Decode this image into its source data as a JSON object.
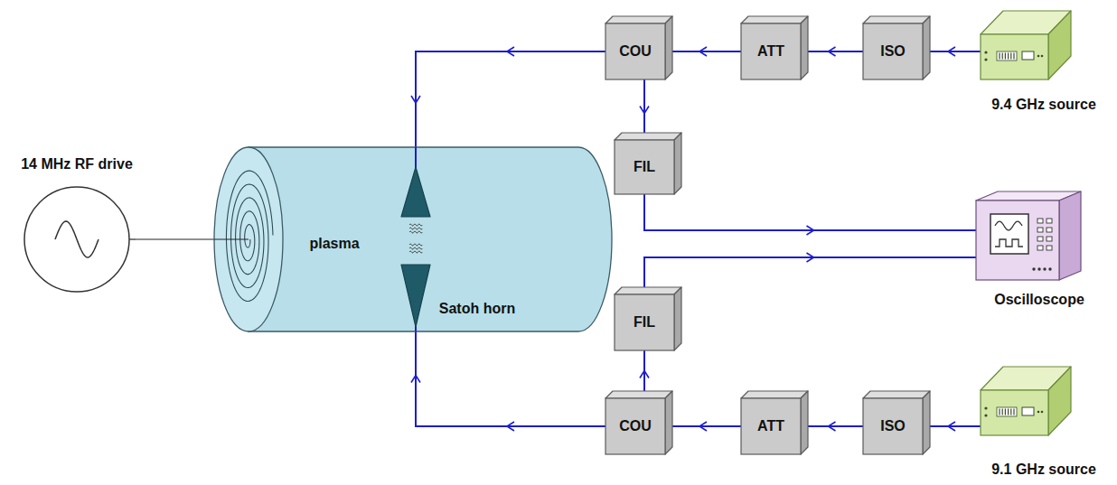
{
  "diagram": {
    "nodes": [
      {
        "text": [
          "14 MHz RF drive"
        ]
      },
      {
        "text": [
          "plasma",
          "Satoh horn"
        ]
      },
      {
        "text": [
          "COU"
        ]
      },
      {
        "text": [
          "ATT"
        ]
      },
      {
        "text": [
          "ISO"
        ]
      },
      {
        "text": [
          "9.4 GHz source"
        ]
      },
      {
        "text": [
          "FIL"
        ]
      },
      {
        "text": [
          "Oscilloscope"
        ]
      },
      {
        "text": [
          "FIL"
        ]
      },
      {
        "text": [
          "COU"
        ]
      },
      {
        "text": [
          "ATT"
        ]
      },
      {
        "text": [
          "ISO"
        ]
      },
      {
        "text": [
          "9.1 GHz source"
        ]
      }
    ],
    "edges": [
      {
        "from": 0,
        "to": 1,
        "arrow": "none"
      },
      {
        "from": 5,
        "to": 4,
        "arrow": "to"
      },
      {
        "from": 4,
        "to": 3,
        "arrow": "to"
      },
      {
        "from": 3,
        "to": 2,
        "arrow": "to"
      },
      {
        "from": 2,
        "to": 1,
        "arrow": "to"
      },
      {
        "from": 2,
        "to": 6,
        "arrow": "to"
      },
      {
        "from": 6,
        "to": 7,
        "arrow": "to"
      },
      {
        "from": 12,
        "to": 11,
        "arrow": "to"
      },
      {
        "from": 11,
        "to": 10,
        "arrow": "to"
      },
      {
        "from": 10,
        "to": 9,
        "arrow": "to"
      },
      {
        "from": 9,
        "to": 1,
        "arrow": "to"
      },
      {
        "from": 9,
        "to": 8,
        "arrow": "to"
      },
      {
        "from": 8,
        "to": 7,
        "arrow": "to"
      }
    ]
  }
}
